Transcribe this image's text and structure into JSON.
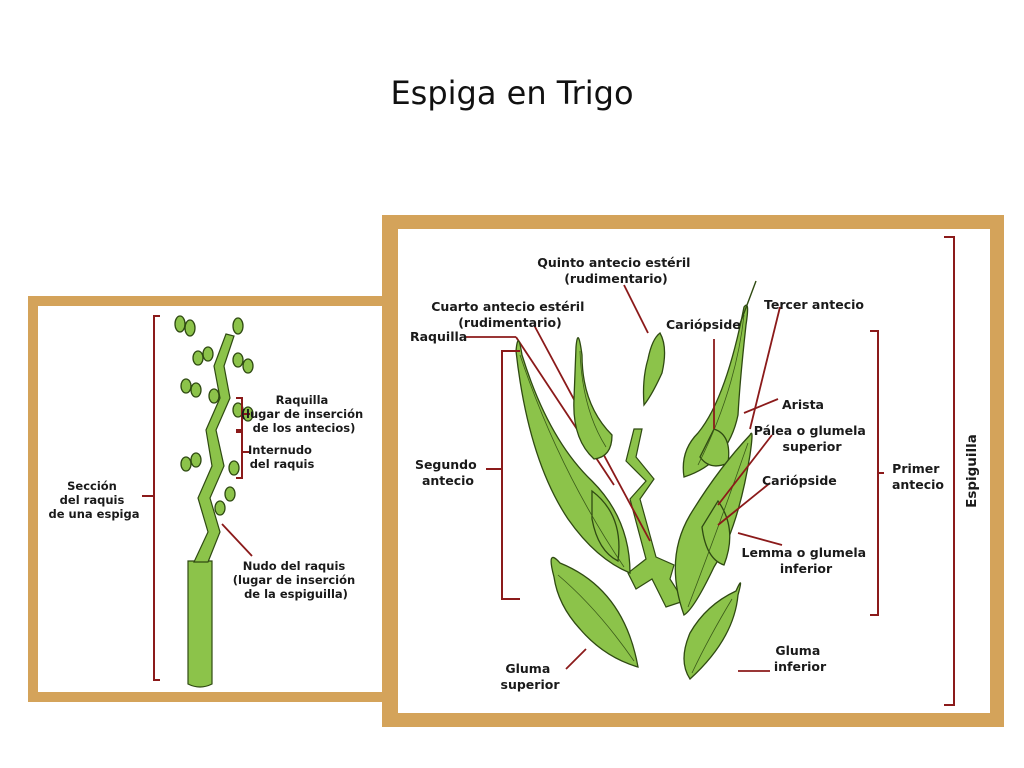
{
  "title": "Espiga en Trigo",
  "left_diagram": {
    "labels": {
      "raquilla": [
        "Raquilla",
        "(lugar de inserción",
        "de los antecios)"
      ],
      "internudo": [
        "Internudo",
        "del raquis"
      ],
      "seccion": [
        "Sección",
        "del raquis",
        "de una espiga"
      ],
      "nudo": [
        "Nudo del raquis",
        "(lugar de inserción",
        "de la espiguilla)"
      ]
    }
  },
  "right_diagram": {
    "labels": {
      "quinto": [
        "Quinto antecio estéril",
        "(rudimentario)"
      ],
      "cuarto": [
        "Cuarto antecio estéril",
        "(rudimentario)"
      ],
      "tercer": [
        "Tercer antecio"
      ],
      "cariopside_top": [
        "Cariópside"
      ],
      "raquilla": [
        "Raquilla"
      ],
      "arista": [
        "Arista"
      ],
      "palea": [
        "Pálea o glumela",
        "superior"
      ],
      "segundo": [
        "Segundo",
        "antecio"
      ],
      "cariopside_mid": [
        "Cariópside"
      ],
      "primer": [
        "Primer",
        "antecio"
      ],
      "espiguilla": [
        "Espiguilla"
      ],
      "lemma": [
        "Lemma o glumela",
        "inferior"
      ],
      "gluma_sup": [
        "Gluma",
        "superior"
      ],
      "gluma_inf": [
        "Gluma",
        "inferior"
      ]
    }
  },
  "colors": {
    "frame": "#d4a35a",
    "plant": "#8cc34a",
    "outline": "#2f4a12",
    "bracket": "#8b1a1a"
  }
}
